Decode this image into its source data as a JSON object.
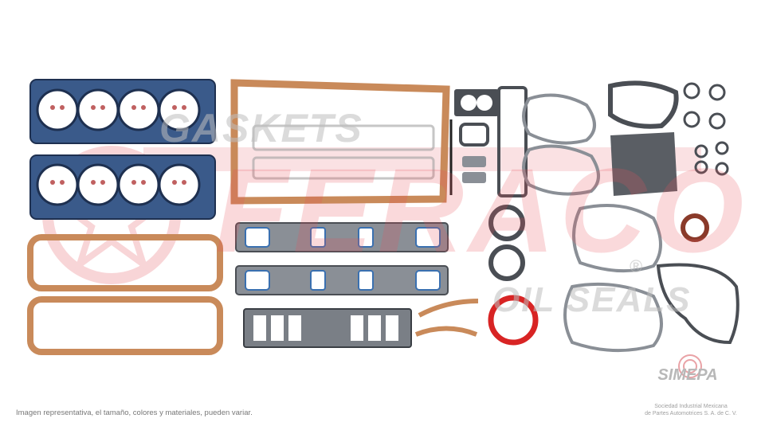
{
  "watermark": {
    "gaskets": "GASKETS",
    "brand": "FERACO",
    "oil_seals": "OIL SEALS",
    "registered": "®"
  },
  "simepa": {
    "name": "SIMEPA",
    "subtitle_line1": "Sociedad Industrial Mexicana",
    "subtitle_line2": "de Partes Automotrices S. A. de C. V."
  },
  "disclaimer": "Imagen representativa, el tamaño, colores y materiales, pueden variar.",
  "colors": {
    "cork": "#c98a5a",
    "cork_dark": "#8a5a38",
    "head_blue": "#3a5a8a",
    "steel_gray": "#8a8f96",
    "steel_dark": "#4a4e54",
    "seal_red": "#d82424",
    "watermark_red": "#e65a64"
  }
}
